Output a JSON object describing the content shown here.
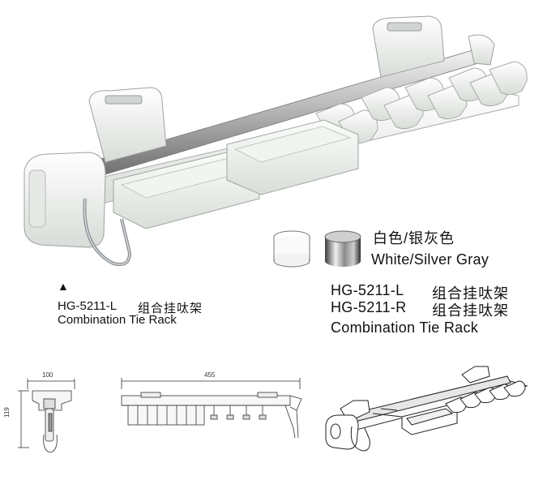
{
  "swatches": {
    "color_cn": "白色/银灰色",
    "color_en": "White/Silver Gray"
  },
  "left_label": {
    "marker": "▲",
    "model": "HG-5211-L",
    "name_cn": "组合挂呔架",
    "name_en": "Combination Tie Rack"
  },
  "right_label": {
    "model_l": "HG-5211-L",
    "name_cn_l": "组合挂呔架",
    "model_r": "HG-5211-R",
    "name_cn_r": "组合挂呔架",
    "name_en": "Combination Tie Rack"
  },
  "dimensions": {
    "side_width": "100",
    "side_height": "119",
    "front_width": "455"
  }
}
